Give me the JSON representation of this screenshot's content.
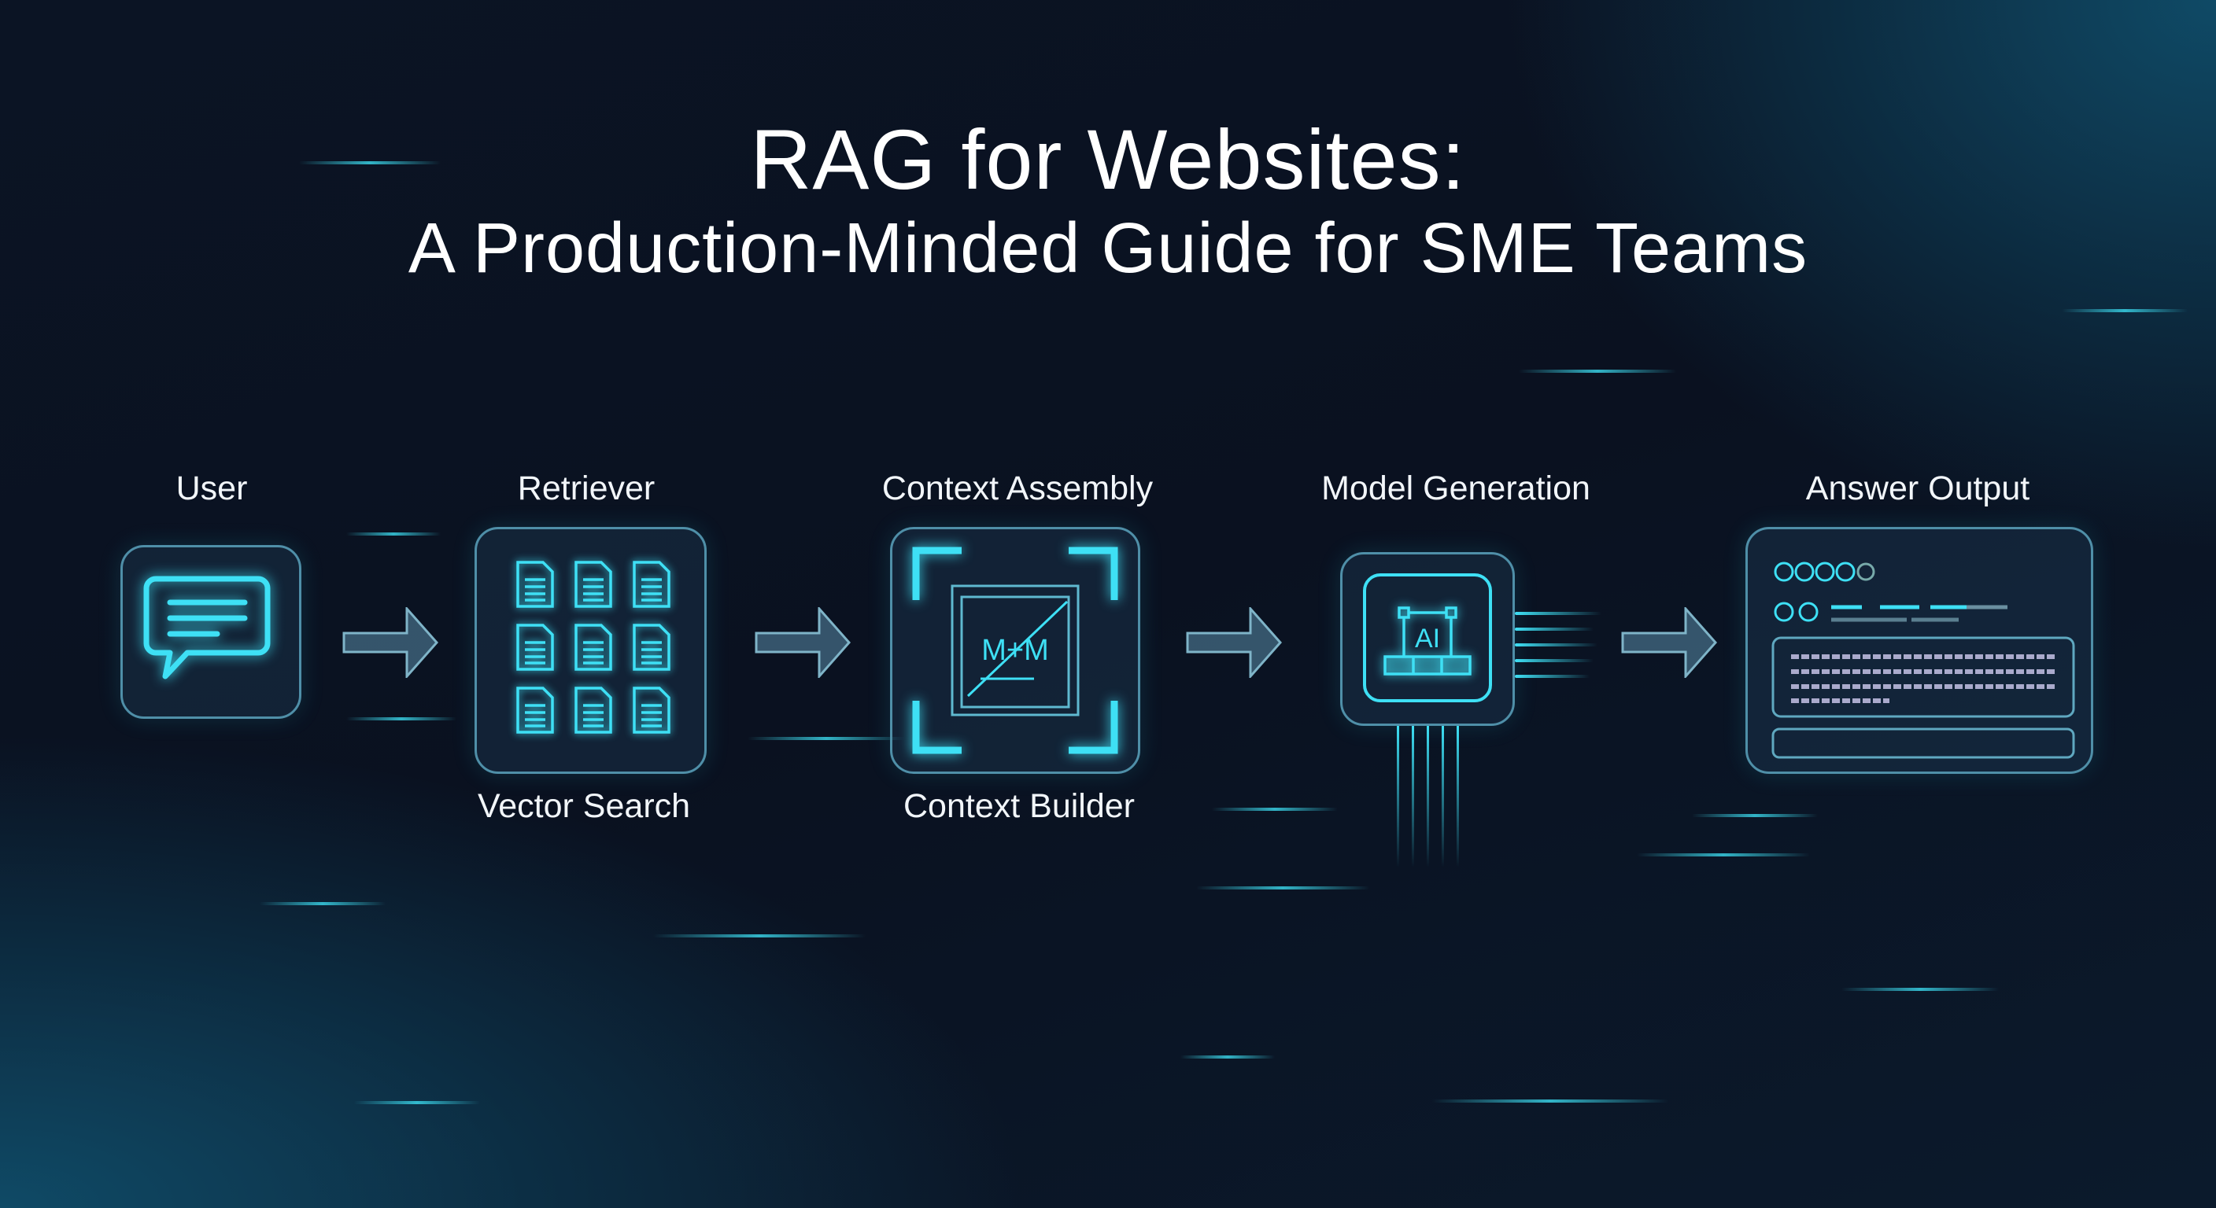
{
  "title": {
    "line1": "RAG for Websites:",
    "line2": "A Production-Minded Guide for SME Teams"
  },
  "steps": [
    {
      "label": "User",
      "icon": "chat-bubble-icon"
    },
    {
      "label": "Retriever",
      "sublabel": "Vector Search",
      "icon": "documents-grid-icon"
    },
    {
      "label": "Context Assembly",
      "sublabel": "Context Builder",
      "icon": "context-frame-icon",
      "badge": "M+M"
    },
    {
      "label": "Model Generation",
      "icon": "ai-chip-icon",
      "badge": "AI"
    },
    {
      "label": "Answer Output",
      "icon": "answer-panel-icon"
    }
  ],
  "colors": {
    "accent": "#3ee0f5",
    "border": "#4f8fa8",
    "background": "#0a1120"
  }
}
